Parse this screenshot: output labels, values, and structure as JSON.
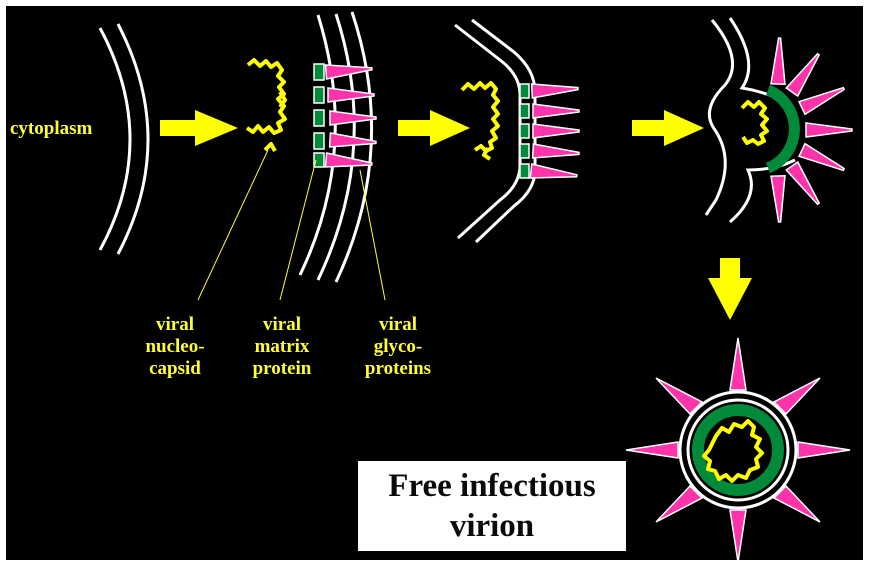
{
  "labels": {
    "cytoplasm": "cytoplasm",
    "nucleocapsid": [
      "viral",
      "nucleo-",
      "capsid"
    ],
    "matrix": [
      "viral",
      "matrix",
      "protein"
    ],
    "glycoproteins": [
      "viral",
      "glyco-",
      "proteins"
    ]
  },
  "caption": [
    "Free infectious",
    "virion"
  ],
  "colors": {
    "background": "#000000",
    "frame": "#ffffff",
    "arrow": "#ffff00",
    "label": "#ffff33",
    "nucleocapsid": "#ffff00",
    "matrix": "#008a3a",
    "glycoprotein": "#ff33aa",
    "membrane": "#ffffff",
    "caption_box": "#ffffff",
    "caption_text": "#0a0a0a"
  }
}
